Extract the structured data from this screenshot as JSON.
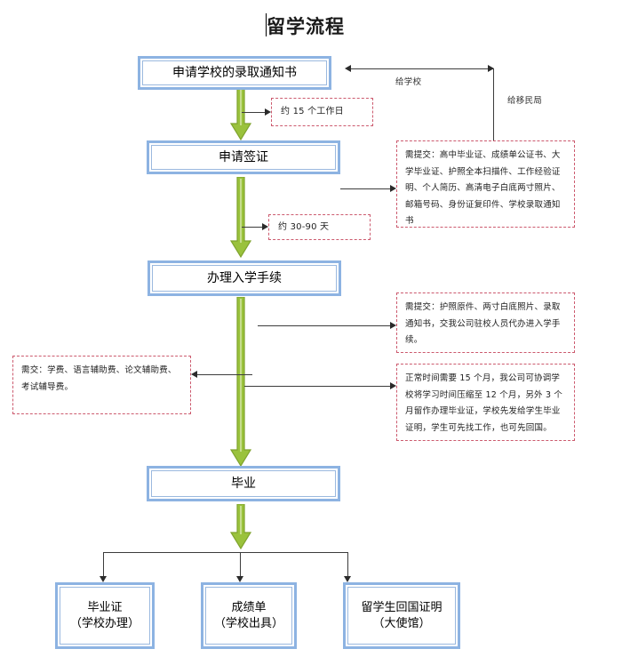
{
  "document": {
    "title": "留学流程"
  },
  "process_steps": [
    {
      "id": "apply-school",
      "label": "申请学校的录取通知书"
    },
    {
      "id": "apply-visa",
      "label": "申请签证"
    },
    {
      "id": "enrollment",
      "label": "办理入学手续"
    },
    {
      "id": "graduate",
      "label": "毕业"
    }
  ],
  "outcome_boxes": [
    {
      "id": "diploma",
      "line1": "毕业证",
      "line2": "（学校办理）"
    },
    {
      "id": "transcript",
      "line1": "成绩单",
      "line2": "（学校出具）"
    },
    {
      "id": "return-certificate",
      "line1": "留学生回国证明",
      "line2": "（大使馆）"
    }
  ],
  "edge_labels": {
    "to_school": "给学校",
    "to_immigration": "给移民局"
  },
  "duration_notes": [
    {
      "id": "duration-offer",
      "text": "约 15 个工作日"
    },
    {
      "id": "duration-visa",
      "text": "约 30-90 天"
    }
  ],
  "notes": {
    "visa_documents": "需提交：高中毕业证、成绩单公证书、大学毕业证、护照全本扫描件、工作经验证明、个人简历、高清电子白底两寸照片、邮箱号码、身份证复印件、学校录取通知书",
    "enrollment_documents": "需提交：护照原件、两寸白底照片、录取通知书，交我公司驻校人员代办进入学手续。",
    "fees": "需交：学费、语言辅助费、论文辅助费、考试辅导费。",
    "schedule": "正常时间需要 15 个月，我公司可协调学校将学习时间压缩至 12 个月，另外 3 个月留作办理毕业证，学校先发给学生毕业证明，学生可先找工作，也可先回国。"
  },
  "colors": {
    "box_border": "#8db3e2",
    "note_border": "#cc5a6e",
    "arrow_fill": "#9ac23c",
    "arrow_stroke": "#7fa32d",
    "line": "#3c3c3c"
  }
}
